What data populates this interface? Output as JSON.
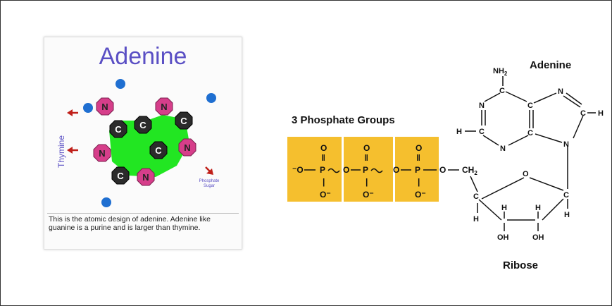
{
  "card": {
    "title": "Adenine",
    "side_label": "Thymine",
    "corner_label_line1": "Phosphate",
    "corner_label_line2": "Sugar",
    "caption": "This is the atomic design of adenine.  Adenine like guanine is a purine and is larger than thymine.",
    "atoms": {
      "n1": "N",
      "n2": "N",
      "n3": "N",
      "n4": "N",
      "n5": "N",
      "c1": "C",
      "c2": "C",
      "c3": "C",
      "c4": "C",
      "c5": "C"
    }
  },
  "structure": {
    "phosphate_title": "3 Phosphate Groups",
    "base_title": "Adenine",
    "sugar_title": "Ribose",
    "nh2": "NH",
    "nh2_sub": "2",
    "phos": {
      "o_minus": "⁻O",
      "o_top": "O",
      "dbl": "ǁ",
      "p": "P",
      "o_bottom": "O⁻",
      "single": "|",
      "bridge_o": "O"
    },
    "ring": {
      "n": "N",
      "c": "C",
      "h": "H",
      "o": "O",
      "oh": "OH",
      "ch2": "CH",
      "ch2_sub": "2"
    }
  },
  "colors": {
    "title_purple": "#5a4fc4",
    "phosphate_box": "#f5bf2e",
    "nitrogen_pink": "#d63e8a",
    "carbon_dark": "#2b2b2b",
    "hydrogen_blue": "#1f6fd1",
    "ring_green": "#22e622",
    "arrow_red": "#c0201a"
  }
}
